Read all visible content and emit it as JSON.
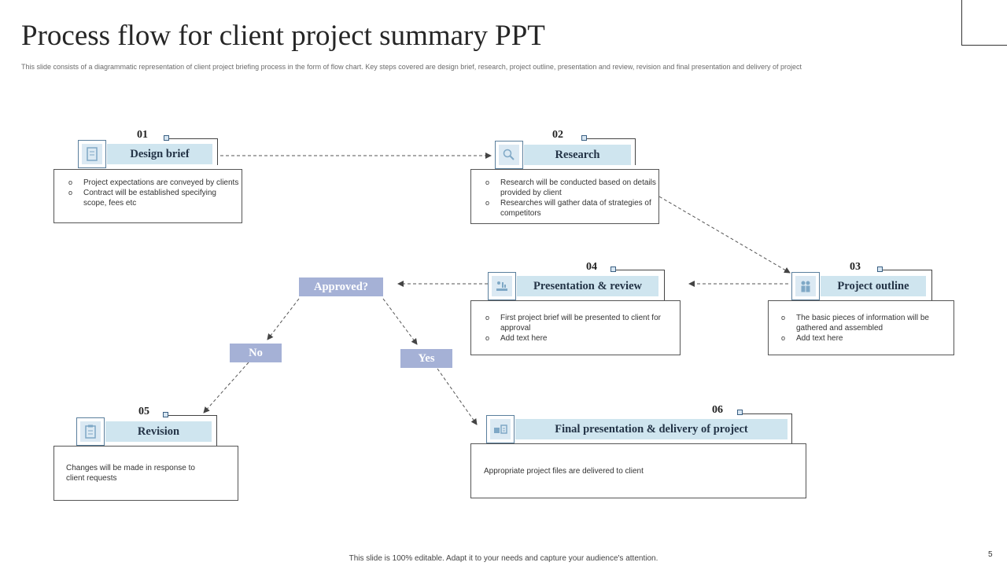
{
  "title": "Process flow for client project summary PPT",
  "subtitle": "This slide consists of a diagrammatic representation of client project briefing process in the form of flow chart. Key steps covered are design brief, research, project outline, presentation and review, revision and final presentation and delivery of project",
  "steps": {
    "s01": {
      "number": "01",
      "label": "Design brief",
      "icon": "document-icon",
      "bullets": [
        "Project expectations are conveyed by clients",
        "Contract will be established specifying scope, fees etc"
      ]
    },
    "s02": {
      "number": "02",
      "label": "Research",
      "icon": "magnifier-icon",
      "bullets": [
        "Research will be conducted based on details provided by client",
        "Researches will gather data of strategies of competitors"
      ]
    },
    "s03": {
      "number": "03",
      "label": "Project outline",
      "icon": "people-icon",
      "bullets": [
        "The basic pieces of information will be gathered and assembled",
        "Add text here"
      ]
    },
    "s04": {
      "number": "04",
      "label": "Presentation & review",
      "icon": "presentation-icon",
      "bullets": [
        "First project brief will be presented to client for approval",
        "Add text here"
      ]
    },
    "s05": {
      "number": "05",
      "label": "Revision",
      "icon": "notepad-icon",
      "text": "Changes will be made in response to client requests"
    },
    "s06": {
      "number": "06",
      "label": "Final presentation & delivery of project",
      "icon": "delivery-icon",
      "text": "Appropriate project files are delivered to client"
    }
  },
  "decision": {
    "question": "Approved?",
    "no": "No",
    "yes": "Yes"
  },
  "colors": {
    "label_bg": "#cfe5ef",
    "decision_bg": "#a5b1d6",
    "icon_fill": "#dbe9f3",
    "icon_stroke": "#7fa8c6"
  },
  "footer": "This slide is 100% editable.  Adapt it to your needs and capture your audience's attention.",
  "page_number": "5"
}
